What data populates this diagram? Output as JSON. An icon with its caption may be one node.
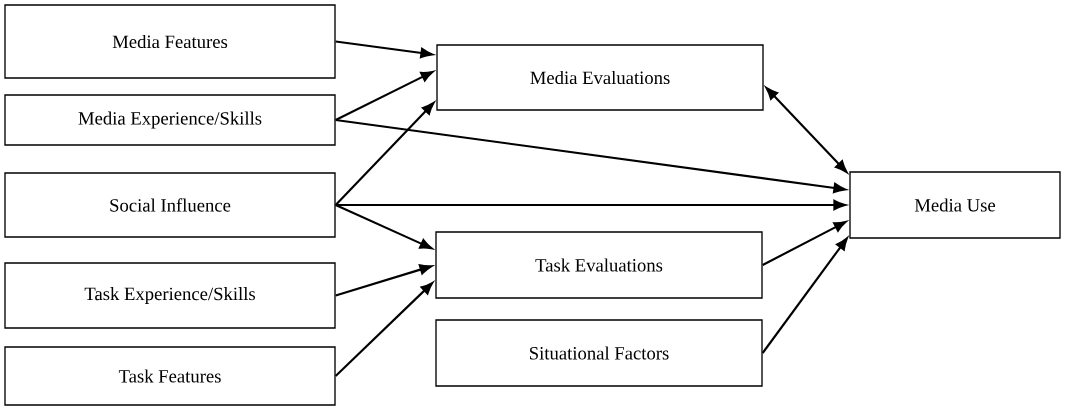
{
  "diagram": {
    "nodes": [
      {
        "text": [
          "Media Features"
        ]
      },
      {
        "text": [
          "Media Experience/Skills"
        ]
      },
      {
        "text": [
          "Social Influence"
        ]
      },
      {
        "text": [
          "Task Experience/Skills"
        ]
      },
      {
        "text": [
          "Task Features"
        ]
      },
      {
        "text": [
          "Media Evaluations"
        ]
      },
      {
        "text": [
          "Task Evaluations"
        ]
      },
      {
        "text": [
          "Situational Factors"
        ]
      },
      {
        "text": [
          "Media Use"
        ]
      }
    ],
    "edges": [
      {
        "from": 0,
        "to": 5,
        "arrow": "to"
      },
      {
        "from": 1,
        "to": 5,
        "arrow": "to"
      },
      {
        "from": 1,
        "to": 8,
        "arrow": "to"
      },
      {
        "from": 2,
        "to": 5,
        "arrow": "to"
      },
      {
        "from": 2,
        "to": 8,
        "arrow": "to"
      },
      {
        "from": 2,
        "to": 6,
        "arrow": "to"
      },
      {
        "from": 3,
        "to": 6,
        "arrow": "to"
      },
      {
        "from": 4,
        "to": 6,
        "arrow": "to"
      },
      {
        "from": 8,
        "to": 5,
        "arrow": "both"
      },
      {
        "from": 6,
        "to": 8,
        "arrow": "to"
      },
      {
        "from": 7,
        "to": 8,
        "arrow": "to"
      }
    ]
  }
}
